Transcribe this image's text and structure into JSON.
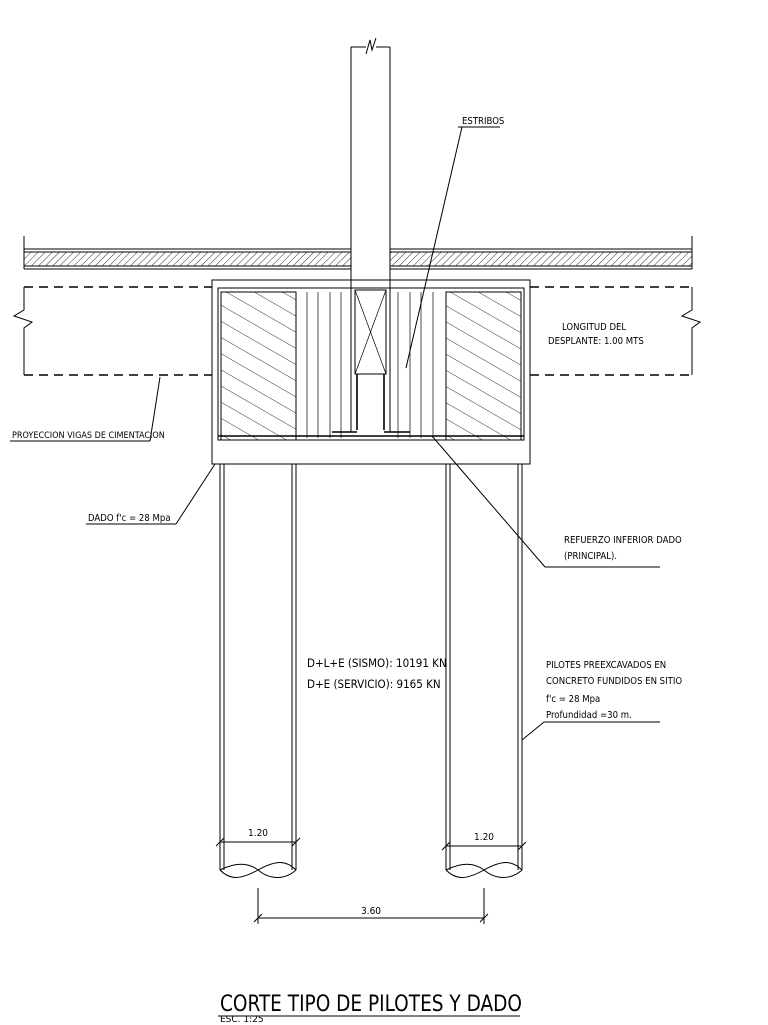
{
  "labels": {
    "estribos": "ESTRIBOS",
    "longitud_line1": "LONGITUD DEL",
    "longitud_line2": "DESPLANTE: 1.00 MTS",
    "proyeccion": "PROYECCION VIGAS DE CIMENTACION",
    "dado": "DADO f'c = 28 Mpa",
    "refuerzo_line1": "REFUERZO INFERIOR DADO",
    "refuerzo_line2": "(PRINCIPAL).",
    "load_sismo": "D+L+E (SISMO): 10191 KN",
    "load_servicio": "D+E (SERVICIO): 9165 KN",
    "pilotes_line1": "PILOTES PREEXCAVADOS EN",
    "pilotes_line2": "CONCRETO FUNDIDOS EN SITIO",
    "pilotes_line3": "f'c = 28 Mpa",
    "pilotes_line4": "Profundidad =30 m."
  },
  "dimensions": {
    "pile_left_width": "1.20",
    "pile_right_width": "1.20",
    "pile_spacing": "3.60"
  },
  "title": {
    "main": "CORTE TIPO DE PILOTES Y DADO",
    "scale": "ESC. 1:25"
  }
}
